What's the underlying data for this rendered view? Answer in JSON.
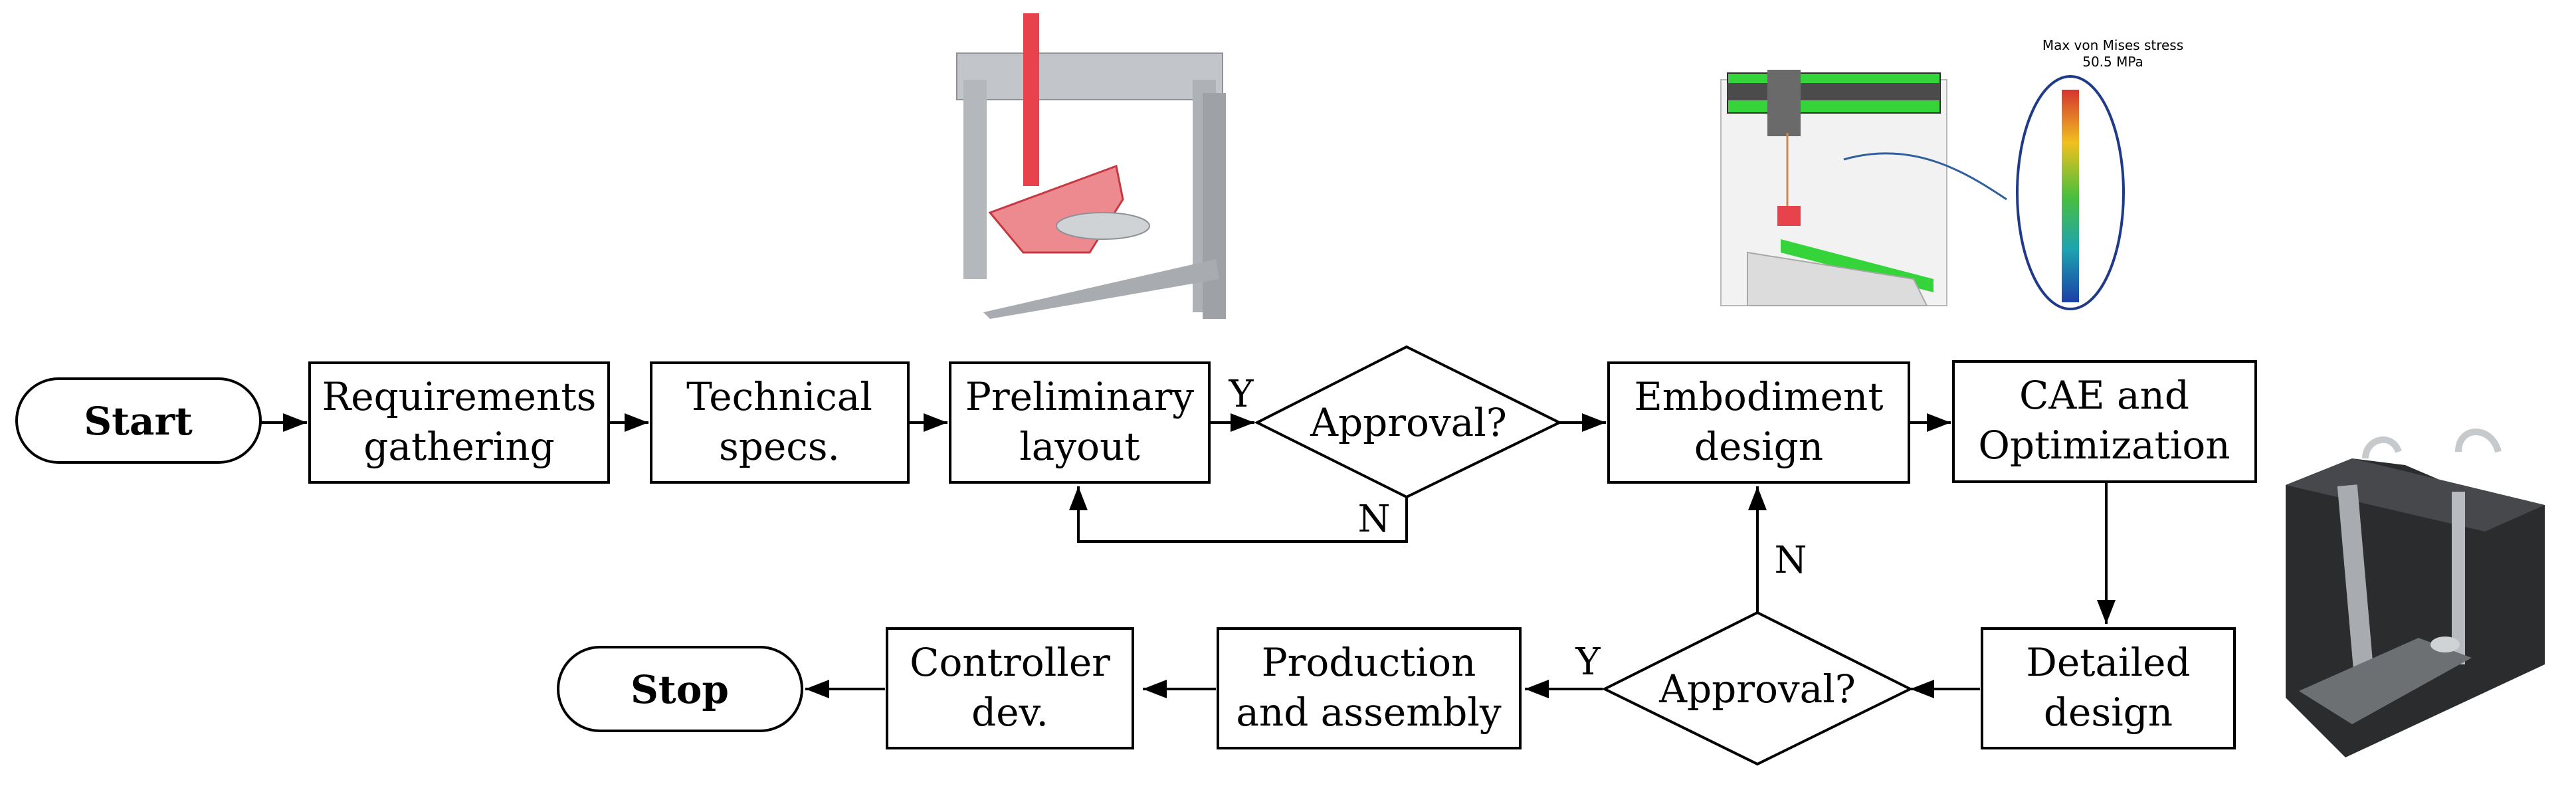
{
  "colors": {
    "stroke": "#000000",
    "background": "#ffffff",
    "highlight_green": "#35d43a",
    "highlight_red": "#e8424c",
    "frame_grey": "#b4b8bc",
    "machine_dark": "#2b2c2e"
  },
  "nodes": {
    "start": {
      "label": "Start"
    },
    "requirements": {
      "line1": "Requirements",
      "line2": "gathering"
    },
    "technical": {
      "line1": "Technical",
      "line2": "specs."
    },
    "preliminary": {
      "line1": "Preliminary",
      "line2": "layout"
    },
    "approval1": {
      "label": "Approval?"
    },
    "embodiment": {
      "line1": "Embodiment",
      "line2": "design"
    },
    "cae": {
      "line1": "CAE and",
      "line2": "Optimization"
    },
    "detailed": {
      "line1": "Detailed",
      "line2": "design"
    },
    "approval2": {
      "label": "Approval?"
    },
    "production": {
      "line1": "Production",
      "line2": "and assembly"
    },
    "controller": {
      "line1": "Controller",
      "line2": "dev."
    },
    "stop": {
      "label": "Stop"
    }
  },
  "edge_labels": {
    "approval1_yes": "Y",
    "approval1_no": "N",
    "approval2_yes": "Y",
    "approval2_no": "N"
  },
  "images": {
    "fea_caption_line1": "Max von Mises stress",
    "fea_caption_line2": "50.5 MPa",
    "gantry_sketch": "gantry-concept-illustration",
    "fea_model": "fea-stress-model-illustration",
    "final_machine": "final-machine-render-illustration"
  }
}
